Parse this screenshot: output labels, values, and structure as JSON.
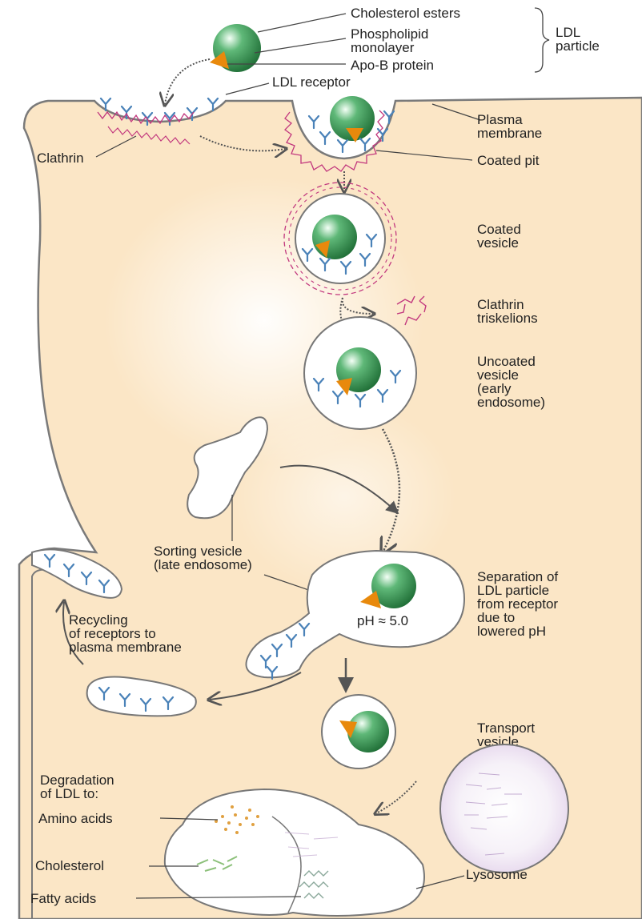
{
  "labels": {
    "cholesterol_esters": "Cholesterol esters",
    "phospholipid_line1": "Phospholipid",
    "phospholipid_line2": "monolayer",
    "apo_b": "Apo-B protein",
    "ldl_particle_line1": "LDL",
    "ldl_particle_line2": "particle",
    "ldl_receptor": "LDL receptor",
    "clathrin": "Clathrin",
    "plasma_membrane_line1": "Plasma",
    "plasma_membrane_line2": "membrane",
    "coated_pit": "Coated pit",
    "coated_vesicle_line1": "Coated",
    "coated_vesicle_line2": "vesicle",
    "triskelions_line1": "Clathrin",
    "triskelions_line2": "triskelions",
    "uncoated_line1": "Uncoated",
    "uncoated_line2": "vesicle",
    "uncoated_line3": "(early",
    "uncoated_line4": "endosome)",
    "sorting_line1": "Sorting vesicle",
    "sorting_line2": "(late endosome)",
    "separation_line1": "Separation of",
    "separation_line2": "LDL particle",
    "separation_line3": "from receptor",
    "separation_line4": "due to",
    "separation_line5": "lowered pH",
    "ph": "pH ≈ 5.0",
    "recycling_line1": "Recycling",
    "recycling_line2": "of receptors to",
    "recycling_line3": "plasma membrane",
    "transport_line1": "Transport",
    "transport_line2": "vesicle",
    "degradation_line1": "Degradation",
    "degradation_line2": "of LDL to:",
    "amino_acids": "Amino acids",
    "cholesterol": "Cholesterol",
    "fatty_acids": "Fatty acids",
    "lysosome": "Lysosome"
  },
  "colors": {
    "cytoplasm": "#fbe6c6",
    "membrane": "#777777",
    "ldl_green": "#2e8b4a",
    "apo_b_orange": "#e8890c",
    "receptor_blue": "#4a82b8",
    "clathrin_magenta": "#c2387e"
  }
}
